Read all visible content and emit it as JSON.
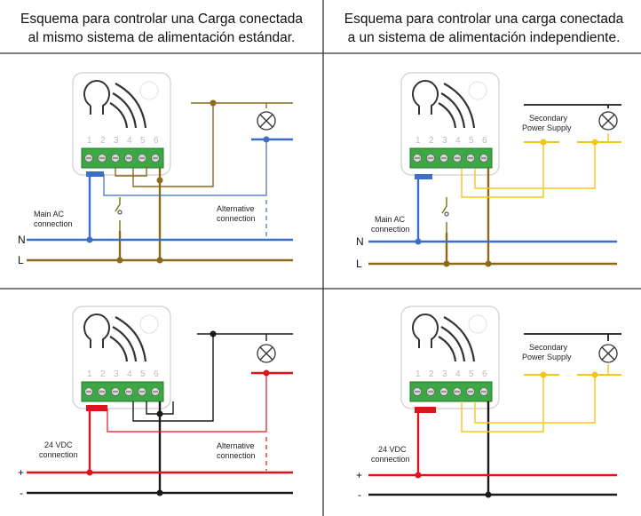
{
  "headers": [
    {
      "line1": "Esquema para controlar una Carga conectada",
      "line2": "al mismo sistema de alimentación estándar."
    },
    {
      "line1": "Esquema para controlar una carga conectada",
      "line2": "a un sistema de alimentación independiente."
    }
  ],
  "terminal_numbers": [
    "1",
    "2",
    "3",
    "4",
    "5",
    "6"
  ],
  "labels": {
    "main_ac": [
      "Main AC",
      "connection"
    ],
    "vdc": [
      "24 VDC",
      "connection"
    ],
    "alternative": [
      "Alternative",
      "connection"
    ],
    "secondary": [
      "Secondary",
      "Power Supply"
    ]
  },
  "bus_labels": {
    "n": "N",
    "l": "L",
    "plus": "+",
    "minus": "-"
  },
  "colors": {
    "neutral": "#3a6fc4",
    "line": "#8a6a1a",
    "dc_positive": "#e0121b",
    "dc_negative": "#1a1a1a",
    "secondary": "#f5c518",
    "terminal_block": "#3ba843",
    "grid": "#333333"
  }
}
